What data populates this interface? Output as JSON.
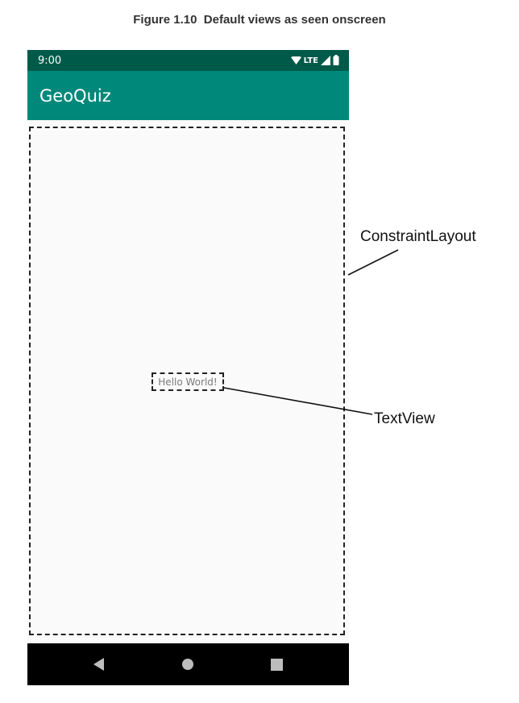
{
  "figure": {
    "caption": "Figure 1.10  Default views as seen onscreen"
  },
  "phone": {
    "status_bar": {
      "time": "9:00",
      "network": "LTE",
      "icons": [
        "wifi-icon",
        "signal-icon",
        "battery-icon"
      ],
      "color": "#005a4a"
    },
    "app_bar": {
      "title": "GeoQuiz",
      "color": "#00887a"
    },
    "content": {
      "textview_text": "Hello World!",
      "background": "#fafafa"
    },
    "nav_bar": {
      "icons": [
        "back-icon",
        "home-icon",
        "recents-icon"
      ],
      "color": "#000000"
    }
  },
  "annotations": {
    "constraint_layout_label": "ConstraintLayout",
    "textview_label": "TextView"
  }
}
